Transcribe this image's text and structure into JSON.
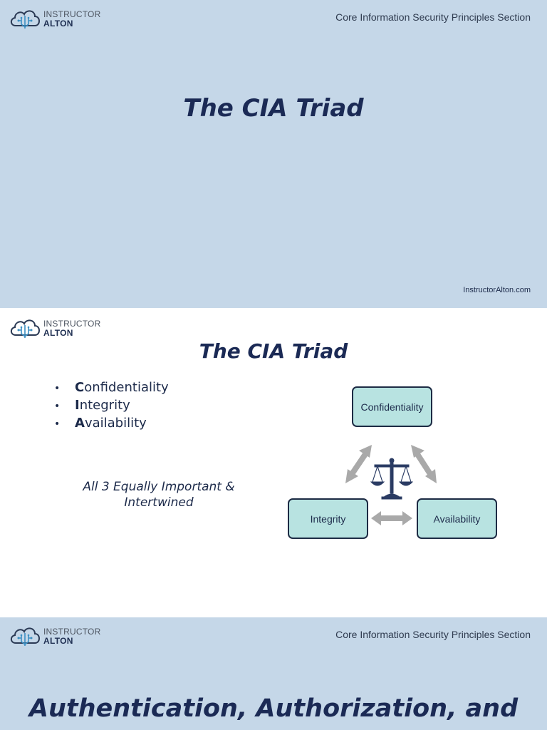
{
  "logo": {
    "line1": "INSTRUCTOR",
    "line2": "ALTON",
    "icon": "cloud-circuit-icon"
  },
  "slide1": {
    "section": "Core Information Security Principles Section",
    "title": "The CIA Triad",
    "site": "InstructorAlton.com"
  },
  "slide2": {
    "title": "The CIA Triad",
    "bullets": [
      {
        "initial": "C",
        "rest": "onfidentiality"
      },
      {
        "initial": "I",
        "rest": "ntegrity"
      },
      {
        "initial": "A",
        "rest": "vailability"
      }
    ],
    "bullet_symbol": "•",
    "tagline": "All 3 Equally Important & Intertwined",
    "diagram": {
      "top": "Confidentiality",
      "left": "Integrity",
      "right": "Availability",
      "center_icon": "balance-scale-icon"
    }
  },
  "slide3": {
    "section": "Core Information Security Principles Section",
    "title": "Authentication, Authorization, and"
  },
  "colors": {
    "slide_background": "#c5d7e8",
    "title_navy": "#1b2a55",
    "box_fill": "#b8e3e1",
    "arrow_gray": "#a9a9a9"
  }
}
